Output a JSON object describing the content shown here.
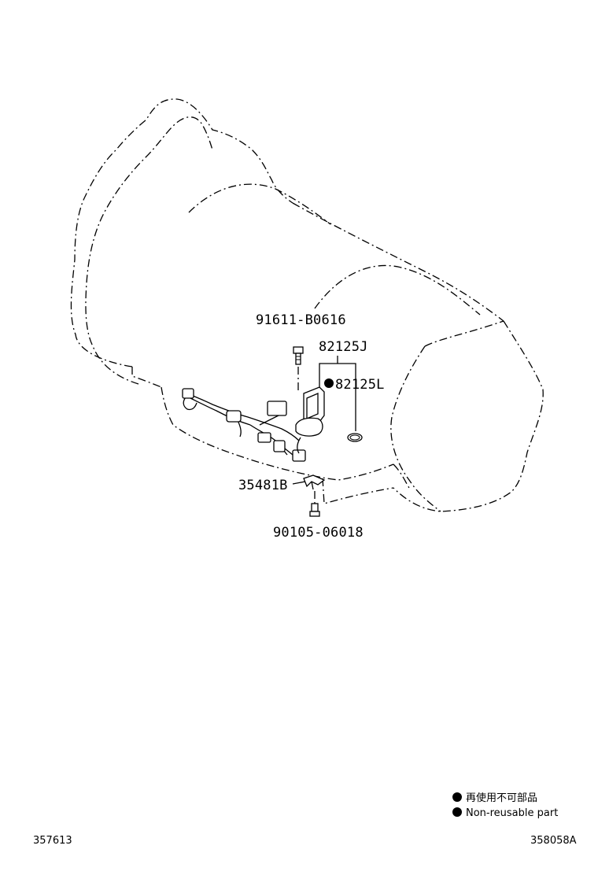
{
  "callouts": {
    "bolt_top": "91611-B0616",
    "sensor": "82125J",
    "oring": "82125L",
    "clamp": "35481B",
    "bolt_bottom": "90105-06018"
  },
  "legend": {
    "line1": "再使用不可部品",
    "line2": "Non-reusable part"
  },
  "footer": {
    "left_code": "357613",
    "right_code": "358058A"
  },
  "colors": {
    "line": "#000000",
    "background": "#ffffff"
  }
}
